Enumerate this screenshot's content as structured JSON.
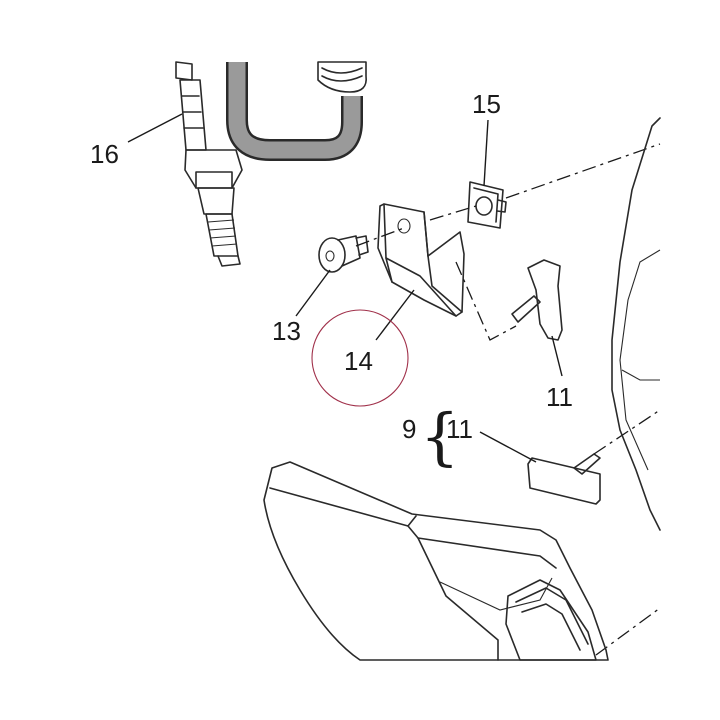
{
  "callouts": {
    "c16": "16",
    "c15": "15",
    "c13": "13",
    "c14": "14",
    "c11a": "11",
    "c9": "9",
    "c11b": "11"
  },
  "colors": {
    "ink": "#2a2a2a",
    "part_grey": "#8a8a8a",
    "part_light": "#f4f4f4",
    "highlight_circle": "#a0304a"
  }
}
